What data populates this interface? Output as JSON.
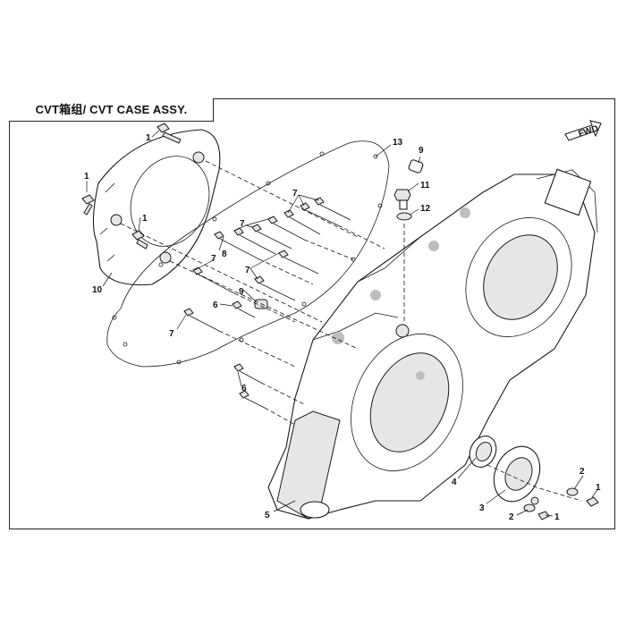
{
  "title": "CVT箱组/ CVT CASE ASSY.",
  "fwd_label": "FWD",
  "callouts": {
    "c1a": "1",
    "c1b": "1",
    "c1c": "1",
    "c1d": "1",
    "c2a": "2",
    "c2b": "2",
    "c3": "3",
    "c4": "4",
    "c5": "5",
    "c6a": "6",
    "c6b": "6",
    "c7a": "7",
    "c7b": "7",
    "c7c": "7",
    "c7d": "7",
    "c7e": "7",
    "c8": "8",
    "c9a": "9",
    "c9b": "9",
    "c10": "10",
    "c11": "11",
    "c12": "12",
    "c13": "13"
  }
}
